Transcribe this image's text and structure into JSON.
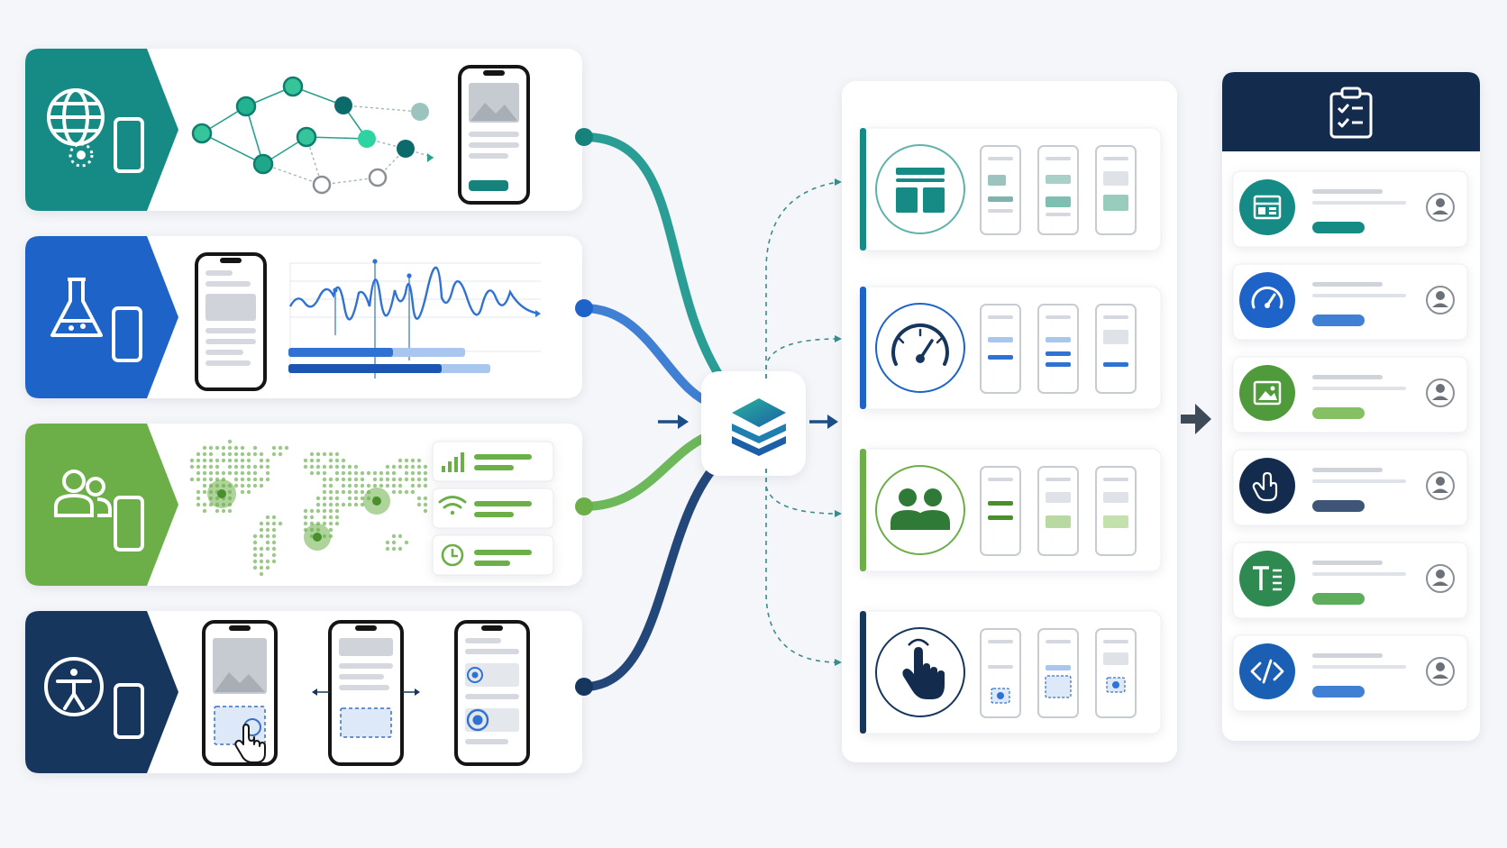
{
  "colors": {
    "background": "#f4f6f9",
    "panel": "#ffffff",
    "teal": "#168a84",
    "teal_light": "#25b39a",
    "blue": "#1e64c8",
    "green": "#6cae48",
    "navy": "#17365e",
    "navy_dark": "#132b4c",
    "gray_line": "#d5d9df"
  },
  "sources": [
    {
      "name": "network-testing",
      "icon": "globe-network-icon",
      "color": "#168a84",
      "content": "network-graph"
    },
    {
      "name": "performance-testing",
      "icon": "flask-icon",
      "color": "#1e64c8",
      "content": "waveform-chart"
    },
    {
      "name": "user-testing",
      "icon": "users-icon",
      "color": "#6cae48",
      "content": "world-map"
    },
    {
      "name": "accessibility-testing",
      "icon": "accessibility-icon",
      "color": "#17365e",
      "content": "phone-flow"
    }
  ],
  "stages": [
    {
      "name": "layout-stage",
      "icon": "layout-icon",
      "color": "#168a84"
    },
    {
      "name": "performance-stage",
      "icon": "gauge-icon",
      "color": "#1e64c8"
    },
    {
      "name": "users-stage",
      "icon": "users-icon",
      "color": "#6cae48"
    },
    {
      "name": "interaction-stage",
      "icon": "tap-hand-icon",
      "color": "#17365e"
    }
  ],
  "report": {
    "header_icon": "clipboard-checklist-icon",
    "rows": [
      {
        "icon": "layout-icon",
        "circle": "#168a84",
        "bar": "#168a84"
      },
      {
        "icon": "gauge-icon",
        "circle": "#1e64c8",
        "bar": "#3f7fd4"
      },
      {
        "icon": "image-icon",
        "circle": "#4f9a3a",
        "bar": "#86c064"
      },
      {
        "icon": "tap-hand-icon",
        "circle": "#132b4c",
        "bar": "#3e5578"
      },
      {
        "icon": "text-format-icon",
        "circle": "#2f8a52",
        "bar": "#5cae5a"
      },
      {
        "icon": "code-icon",
        "circle": "#1a5fb4",
        "bar": "#3f7fd4"
      }
    ]
  }
}
